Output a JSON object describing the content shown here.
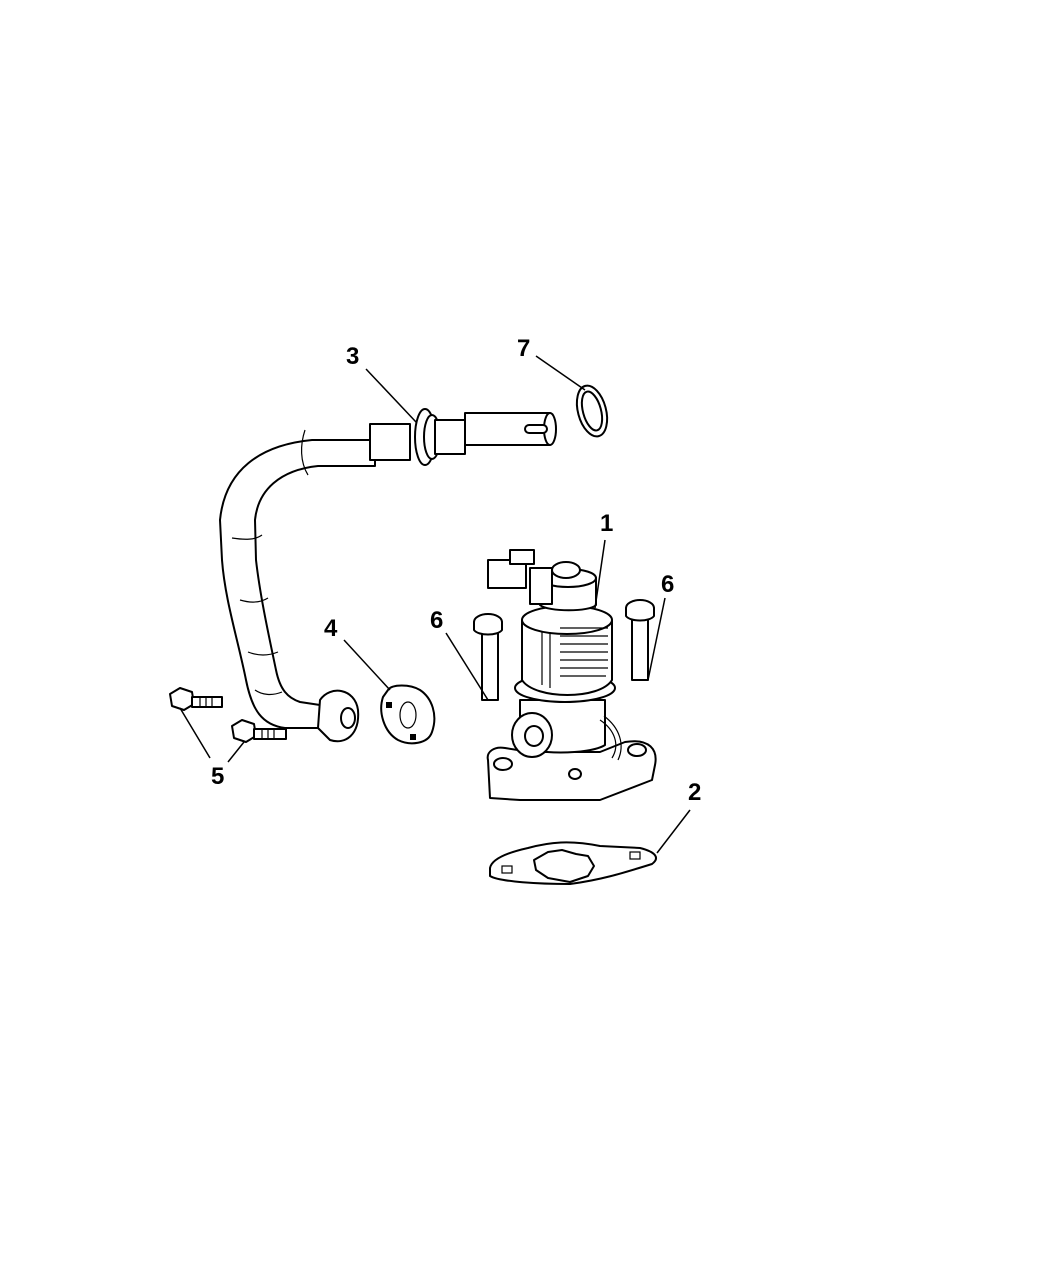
{
  "callouts": {
    "c1": "1",
    "c2": "2",
    "c3": "3",
    "c4": "4",
    "c5": "5",
    "c6a": "6",
    "c6b": "6",
    "c7": "7"
  },
  "colors": {
    "line": "#000000",
    "fill": "#ffffff"
  }
}
